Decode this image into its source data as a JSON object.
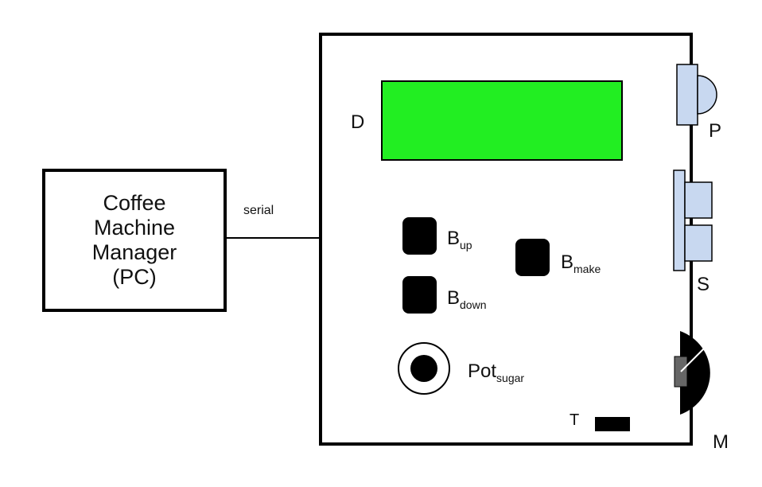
{
  "manager": {
    "label": "Coffee\nMachine\nManager\n(PC)"
  },
  "connection": {
    "label": "serial"
  },
  "display": {
    "label": "D"
  },
  "buttons": {
    "up": {
      "main": "B",
      "sub": "up"
    },
    "down": {
      "main": "B",
      "sub": "down"
    },
    "make": {
      "main": "B",
      "sub": "make"
    }
  },
  "pot": {
    "main": "Pot",
    "sub": "sugar"
  },
  "components": {
    "p": "P",
    "s": "S",
    "m": "M",
    "t": "T"
  },
  "colors": {
    "display": "#22ee22",
    "sensor": "#c8d8f0",
    "gauge": "#000000",
    "gauge_pivot": "#666666"
  }
}
